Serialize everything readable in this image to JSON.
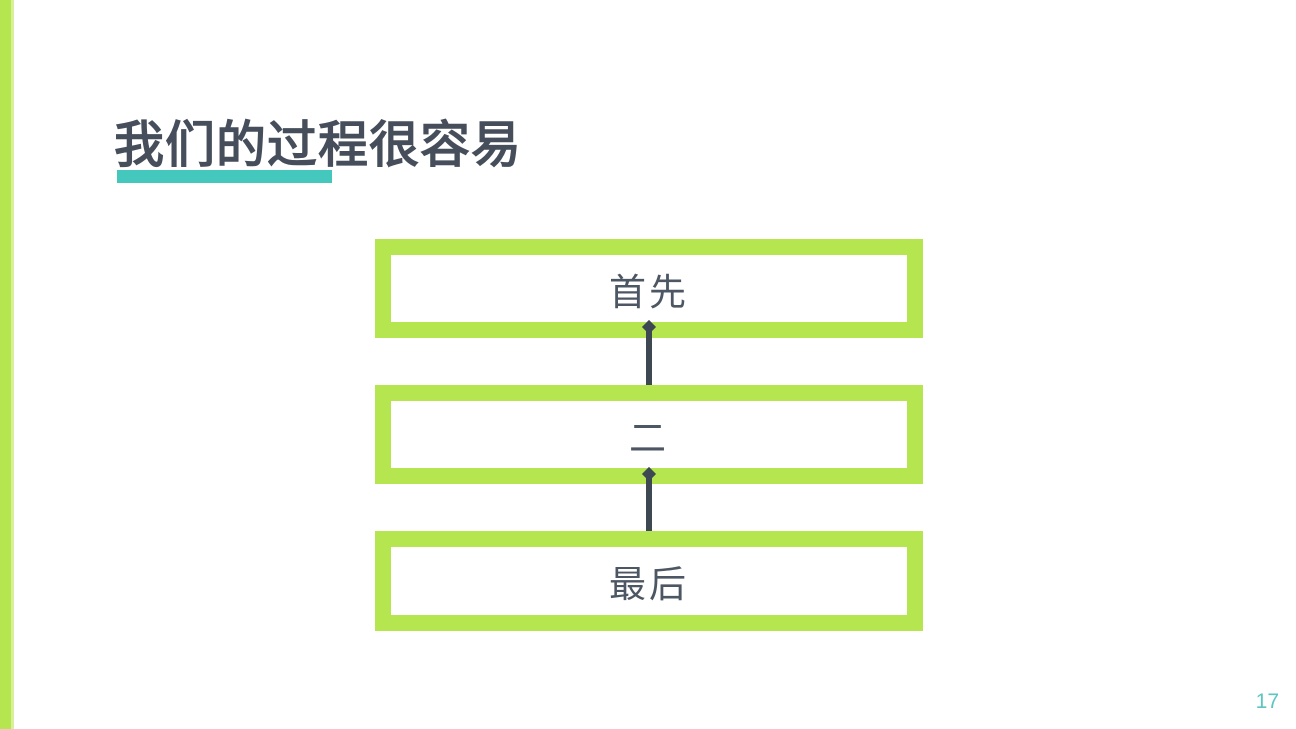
{
  "slide": {
    "title": "我们的过程很容易",
    "page_number": "17",
    "flow_steps": [
      {
        "label": "首先"
      },
      {
        "label": "二"
      },
      {
        "label": "最后"
      }
    ],
    "colors": {
      "accent_lime": "#b5e64f",
      "accent_lime_light": "#d7f099",
      "accent_teal": "#44c7bd",
      "title_text": "#454e5a",
      "step_text": "#4d5763",
      "connector": "#3e4852",
      "page_number_text": "#5ec6c1"
    }
  }
}
